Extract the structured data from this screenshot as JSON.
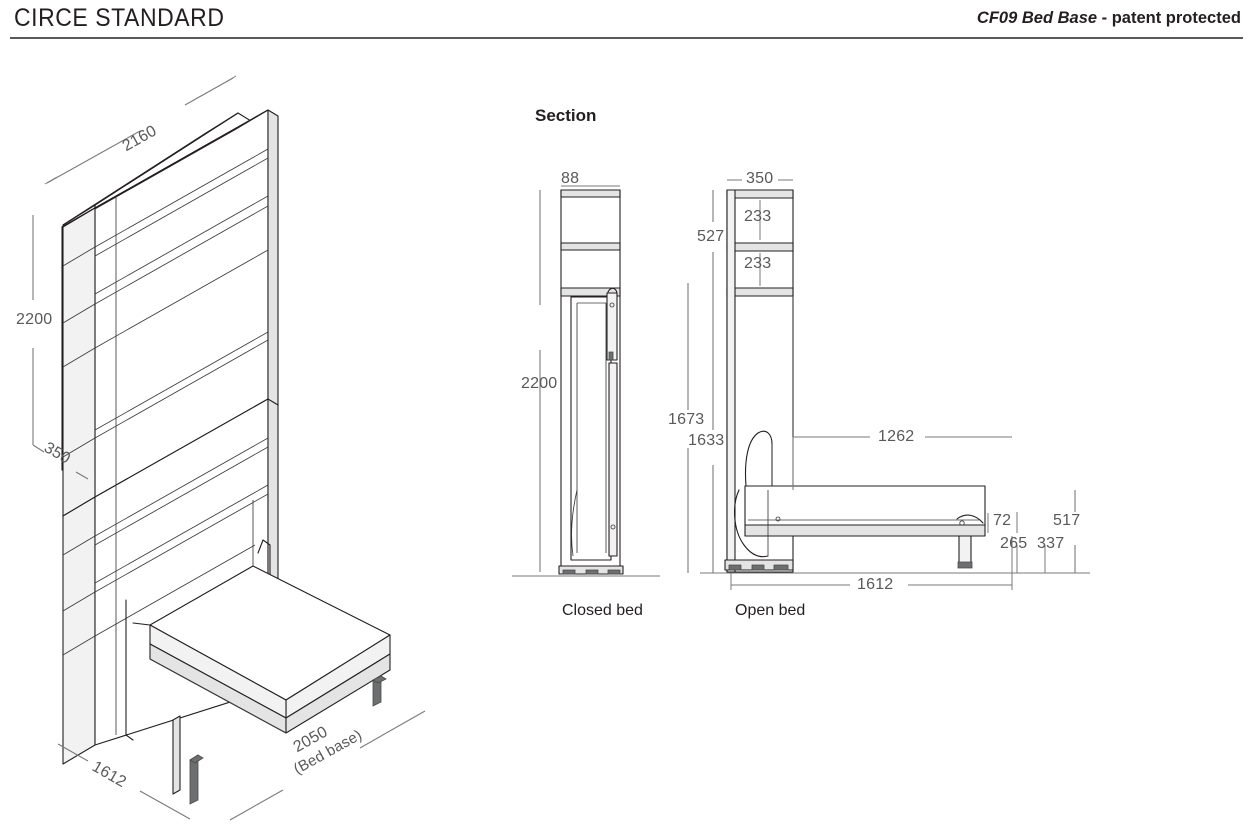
{
  "header": {
    "left_title": "CIRCE STANDARD",
    "right_model": "CF09 Bed Base",
    "right_suffix": " - patent protected"
  },
  "section": {
    "title": "Section",
    "views": [
      {
        "name": "closed-bed",
        "label": "Closed bed"
      },
      {
        "name": "open-bed",
        "label": "Open bed"
      }
    ]
  },
  "iso_closed": {
    "dims": {
      "width": "2160",
      "height": "2200",
      "depth": "350"
    }
  },
  "iso_open": {
    "dims": {
      "width": "1612",
      "length": "2050",
      "length_note": "(Bed base)"
    }
  },
  "section_closed": {
    "dims": {
      "depth": "88",
      "height": "2200"
    }
  },
  "section_open": {
    "dims": {
      "depth": "350",
      "shelf_upper": "233",
      "shelf_lower": "233",
      "shelf_block": "527",
      "headboard_upper": "1673",
      "headboard_lower": "1633",
      "bed_length_inner": "1262",
      "bed_length_outer": "1612",
      "leg_top": "72",
      "leg_mid": "265",
      "height_337": "337",
      "height_517": "517"
    }
  },
  "colors": {
    "ink": "#231f20",
    "dim_gray": "#58595b",
    "rule": "#58595b"
  }
}
